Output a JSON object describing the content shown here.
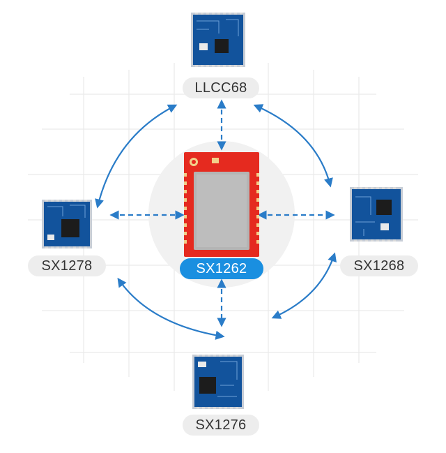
{
  "center": {
    "label": "SX1262",
    "accent": "#1a8fe0",
    "board_color": "#e52a1f",
    "shield_color": "#b4b4b4"
  },
  "modules": {
    "top": {
      "label": "LLCC68"
    },
    "left": {
      "label": "SX1278"
    },
    "right": {
      "label": "SX1268"
    },
    "bottom": {
      "label": "SX1276"
    }
  },
  "colors": {
    "arrow": "#2a7cc8",
    "pill_bg": "#ededed",
    "grid": "#e6e6e6",
    "module_pcb": "#0f4f96"
  }
}
